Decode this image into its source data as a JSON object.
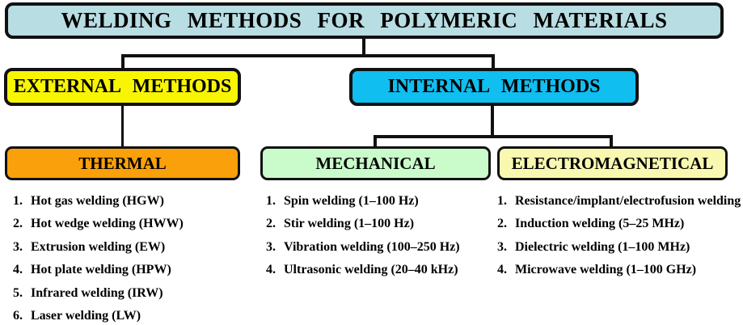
{
  "diagram": {
    "title": "WELDING METHODS FOR POLYMERIC MATERIALS",
    "external": {
      "label": "EXTERNAL METHODS"
    },
    "internal": {
      "label": "INTERNAL METHODS"
    },
    "thermal": {
      "label": "THERMAL",
      "items": [
        {
          "num": "1.",
          "text": "Hot gas welding (HGW)"
        },
        {
          "num": "2.",
          "text": "Hot wedge welding (HWW)"
        },
        {
          "num": "3.",
          "text": "Extrusion welding (EW)"
        },
        {
          "num": "4.",
          "text": "Hot plate welding (HPW)"
        },
        {
          "num": "5.",
          "text": "Infrared welding (IRW)"
        },
        {
          "num": "6.",
          "text": "Laser welding (LW)"
        }
      ]
    },
    "mechanical": {
      "label": "MECHANICAL",
      "items": [
        {
          "num": "1.",
          "text": "Spin welding (1–100 Hz)"
        },
        {
          "num": "2.",
          "text": "Stir welding (1–100 Hz)"
        },
        {
          "num": "3.",
          "text": "Vibration welding (100–250 Hz)"
        },
        {
          "num": "4.",
          "text": "Ultrasonic welding (20–40 kHz)"
        }
      ]
    },
    "electromagnetical": {
      "label": "ELECTROMAGNETICAL",
      "items": [
        {
          "num": "1.",
          "text": "Resistance/implant/electrofusion welding"
        },
        {
          "num": "2.",
          "text": "Induction welding (5–25 MHz)"
        },
        {
          "num": "3.",
          "text": "Dielectric welding (1–100 MHz)"
        },
        {
          "num": "4.",
          "text": "Microwave welding (1–100 GHz)"
        }
      ]
    },
    "colors": {
      "root_fill": "#b8dde2",
      "external_fill": "#f8f502",
      "internal_fill": "#10bef0",
      "thermal_fill": "#faa00a",
      "mechanical_fill": "#c9fcca",
      "electromagnetical_fill": "#f8f8b0",
      "border": "#111111"
    }
  }
}
